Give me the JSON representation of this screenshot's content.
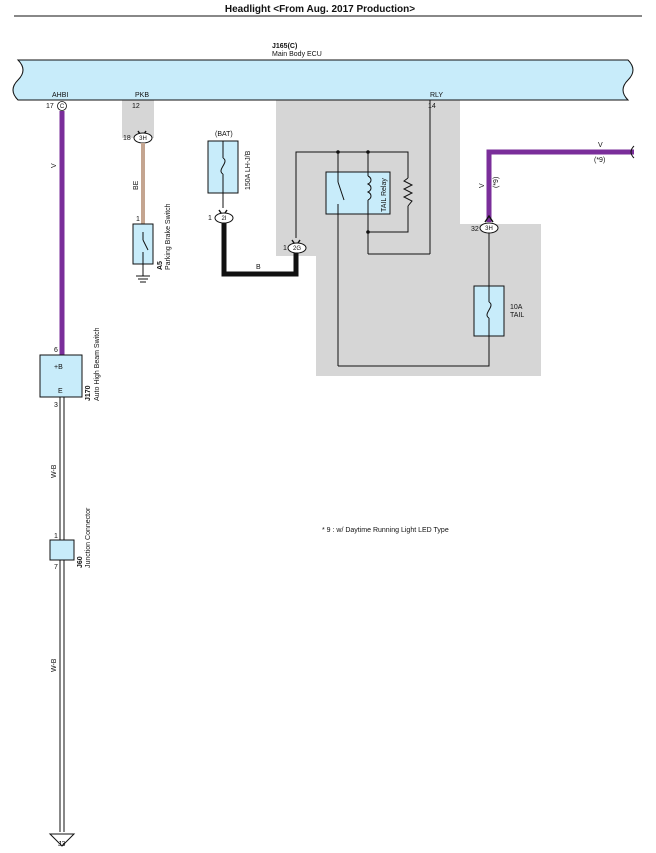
{
  "header": {
    "title": "Headlight <From Aug. 2017 Production>"
  },
  "ecu": {
    "code": "J165(C)",
    "name": "Main Body ECU"
  },
  "pins": {
    "ahbi": {
      "label": "AHBI",
      "num": "17",
      "conn": "C"
    },
    "pkb": {
      "label": "PKB",
      "num": "12"
    },
    "rly": {
      "label": "RLY",
      "num": "14"
    }
  },
  "connectors": {
    "c18": {
      "num": "18",
      "code": "3H"
    },
    "c1a": {
      "num": "1",
      "code": "2I"
    },
    "c1b": {
      "num": "1",
      "code": "2G"
    },
    "c32": {
      "num": "32",
      "code": "3H"
    }
  },
  "wires": {
    "v_left": "V",
    "be": "BE",
    "b": "B",
    "v_top": "V",
    "v_top_note": "(*9)",
    "v_mid": "V",
    "v_mid_note": "(*9)",
    "wb_upper": "W-B",
    "wb_lower": "W-B"
  },
  "fuse_lhjb": {
    "bat": "(BAT)",
    "label": "150A LH-J/B"
  },
  "relay": {
    "label": "TAIL Relay"
  },
  "fuse_tail": {
    "amp": "10A",
    "name": "TAIL"
  },
  "switch_a5": {
    "pin": "1",
    "code": "A5",
    "name": "Parking Brake Switch"
  },
  "switch_j170": {
    "pin_top": "6",
    "plus_b": "+B",
    "e": "E",
    "pin_bottom": "3",
    "code": "J170",
    "name": "Auto High Beam Switch"
  },
  "junction_j60": {
    "pin_top": "1",
    "pin_bottom": "7",
    "code": "J60",
    "name": "Junction Connector"
  },
  "ground": {
    "label": "J3"
  },
  "note": {
    "text": "* 9 : w/ Daytime Running Light LED Type"
  },
  "colors": {
    "ecu_fill": "#c8ecfa",
    "shade": "#d6d6d6",
    "violet": "#7a2e9a",
    "tan": "#c4a590",
    "black": "#111111"
  }
}
